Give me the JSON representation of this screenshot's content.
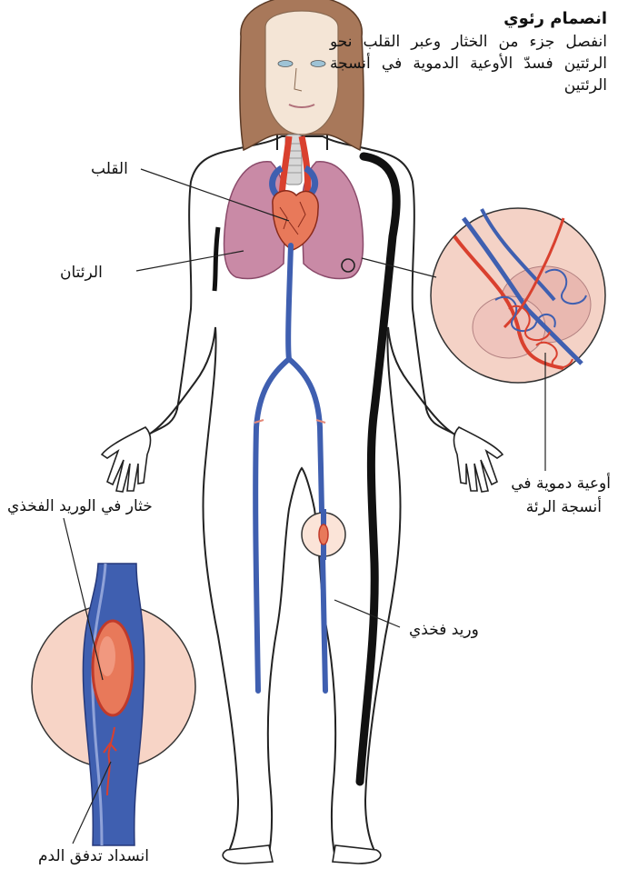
{
  "title": "انصمام رئوي",
  "description": "انفصل جزء من الخثار وعبر القلب نحو الرئتين فسدّ الأوعية الدموية في أنسجة الرئتين",
  "labels": {
    "heart": "القلب",
    "lungs": "الرئتان",
    "lung_vessels_line1": "أوعية دموية في",
    "lung_vessels_line2": "أنسجة الرئة",
    "clot": "خثار في الوريد الفخذي",
    "femoral_vein": "وريد فخذي",
    "blocked_flow": "انسداد تدفق الدم"
  },
  "colors": {
    "hair": "#a8785a",
    "lungs": "#c98aa6",
    "vein": "#3f5fb0",
    "artery": "#d9402e",
    "clot": "#e8795a",
    "inset_bg": "#f7d4c6"
  }
}
